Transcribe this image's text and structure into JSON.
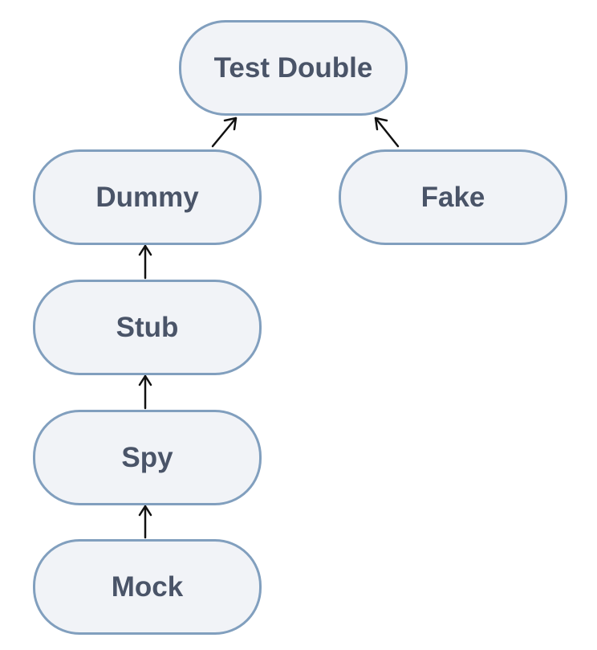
{
  "nodes": {
    "test_double": "Test Double",
    "dummy": "Dummy",
    "fake": "Fake",
    "stub": "Stub",
    "spy": "Spy",
    "mock": "Mock"
  },
  "edges": [
    {
      "from": "Dummy",
      "to": "Test Double"
    },
    {
      "from": "Fake",
      "to": "Test Double"
    },
    {
      "from": "Stub",
      "to": "Dummy"
    },
    {
      "from": "Spy",
      "to": "Stub"
    },
    {
      "from": "Mock",
      "to": "Spy"
    }
  ],
  "colors": {
    "node_fill": "#f1f3f7",
    "node_border": "#819fbe",
    "node_text": "#4a5468",
    "arrow": "#111111"
  }
}
